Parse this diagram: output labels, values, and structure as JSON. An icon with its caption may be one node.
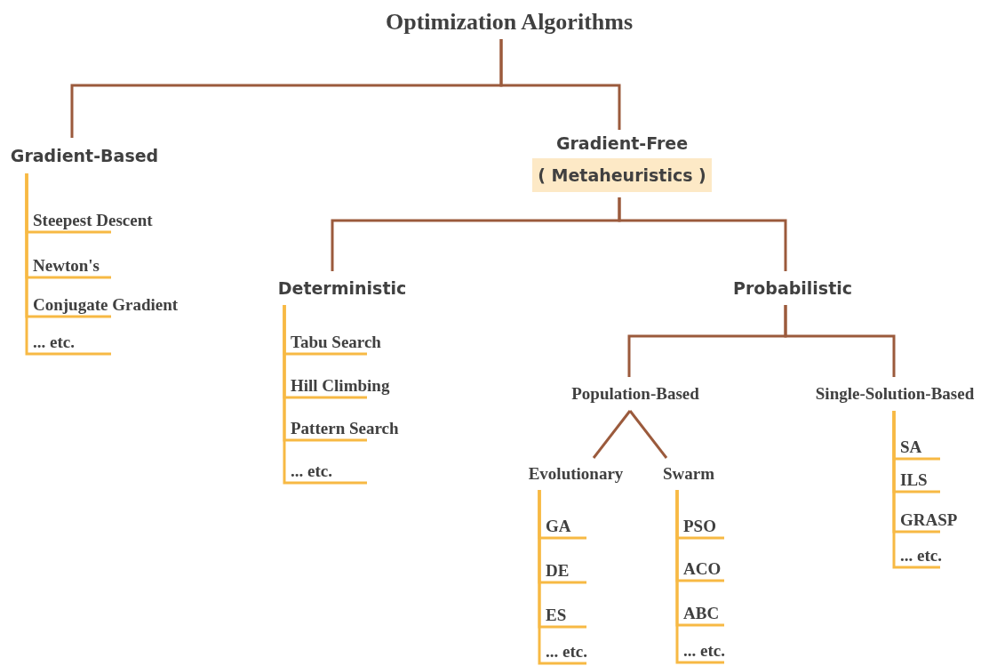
{
  "diagram": {
    "nodes": [
      {
        "text": [
          "Optimization Algorithms"
        ]
      },
      {
        "text": [
          "Gradient-Based"
        ]
      },
      {
        "text": [
          "Gradient-Free",
          "( Metaheuristics )"
        ]
      },
      {
        "text": [
          "Steepest Descent"
        ]
      },
      {
        "text": [
          "Newton's"
        ]
      },
      {
        "text": [
          "Conjugate Gradient"
        ]
      },
      {
        "text": [
          "... etc."
        ]
      },
      {
        "text": [
          "Deterministic"
        ]
      },
      {
        "text": [
          "Probabilistic"
        ]
      },
      {
        "text": [
          "Tabu Search"
        ]
      },
      {
        "text": [
          "Hill Climbing"
        ]
      },
      {
        "text": [
          "Pattern Search"
        ]
      },
      {
        "text": [
          "... etc."
        ]
      },
      {
        "text": [
          "Population-Based"
        ]
      },
      {
        "text": [
          "Single-Solution-Based"
        ]
      },
      {
        "text": [
          "Evolutionary"
        ]
      },
      {
        "text": [
          "Swarm"
        ]
      },
      {
        "text": [
          "SA"
        ]
      },
      {
        "text": [
          "ILS"
        ]
      },
      {
        "text": [
          "GRASP"
        ]
      },
      {
        "text": [
          "... etc."
        ]
      },
      {
        "text": [
          "GA"
        ]
      },
      {
        "text": [
          "DE"
        ]
      },
      {
        "text": [
          "ES"
        ]
      },
      {
        "text": [
          "... etc."
        ]
      },
      {
        "text": [
          "PSO"
        ]
      },
      {
        "text": [
          "ACO"
        ]
      },
      {
        "text": [
          "ABC"
        ]
      },
      {
        "text": [
          "... etc."
        ]
      }
    ],
    "edges": [
      {
        "from": 0,
        "to": 1,
        "arrow": "none",
        "color": "#9b5a3c"
      },
      {
        "from": 0,
        "to": 2,
        "arrow": "none",
        "color": "#9b5a3c"
      },
      {
        "from": 1,
        "to": 3,
        "arrow": "none"
      },
      {
        "from": 1,
        "to": 4,
        "arrow": "none"
      },
      {
        "from": 1,
        "to": 5,
        "arrow": "none"
      },
      {
        "from": 1,
        "to": 6,
        "arrow": "none"
      },
      {
        "from": 2,
        "to": 7,
        "arrow": "none",
        "color": "#9b5a3c"
      },
      {
        "from": 2,
        "to": 8,
        "arrow": "none",
        "color": "#9b5a3c"
      },
      {
        "from": 7,
        "to": 9,
        "arrow": "none"
      },
      {
        "from": 7,
        "to": 10,
        "arrow": "none"
      },
      {
        "from": 7,
        "to": 11,
        "arrow": "none"
      },
      {
        "from": 7,
        "to": 12,
        "arrow": "none"
      },
      {
        "from": 8,
        "to": 13,
        "arrow": "none",
        "color": "#9b5a3c"
      },
      {
        "from": 8,
        "to": 14,
        "arrow": "none",
        "color": "#9b5a3c"
      },
      {
        "from": 13,
        "to": 15,
        "arrow": "none",
        "color": "#9b5a3c"
      },
      {
        "from": 13,
        "to": 16,
        "arrow": "none",
        "color": "#9b5a3c"
      },
      {
        "from": 14,
        "to": 17,
        "arrow": "none"
      },
      {
        "from": 14,
        "to": 18,
        "arrow": "none"
      },
      {
        "from": 14,
        "to": 19,
        "arrow": "none"
      },
      {
        "from": 14,
        "to": 20,
        "arrow": "none"
      },
      {
        "from": 15,
        "to": 21,
        "arrow": "none"
      },
      {
        "from": 15,
        "to": 22,
        "arrow": "none"
      },
      {
        "from": 15,
        "to": 23,
        "arrow": "none"
      },
      {
        "from": 15,
        "to": 24,
        "arrow": "none"
      },
      {
        "from": 16,
        "to": 25,
        "arrow": "none"
      },
      {
        "from": 16,
        "to": 26,
        "arrow": "none"
      },
      {
        "from": 16,
        "to": 27,
        "arrow": "none"
      },
      {
        "from": 16,
        "to": 28,
        "arrow": "none"
      }
    ]
  }
}
